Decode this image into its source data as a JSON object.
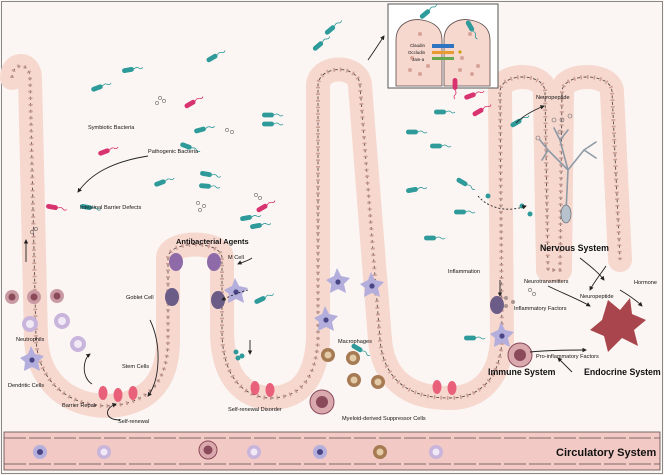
{
  "labels": {
    "symbiotic_bacteria": "Symbiotic Bacteria",
    "pathogenic_bacteria": "Pathogenic Bacteria",
    "intestinal_barrier_defects": "Intestinal Barrier Defects",
    "antibacterial_agents": "Antibacterial Agents",
    "m_cell": "M Cell",
    "goblet_cell": "Goblet Cell",
    "stem_cells": "Stem Cells",
    "neutrophils": "Neutrophils",
    "dendritic_cells": "Dendritic Cells",
    "barrier_repair": "Barrier Repair",
    "self_renewal": "Self-renewal",
    "self_renewal_disorder": "Self-renewal Disorder",
    "macrophages": "Macrophages",
    "mdsc": "Myeloid-derived Suppressor Cells",
    "inflammation": "Inflammation",
    "neurotransmitters": "Neurotransmitters",
    "inflammatory_factors": "Inflammatory Factors",
    "neuropeptide_top": "Neuropeptide",
    "neuropeptide_right": "Neuropeptide",
    "hormone": "Hormone",
    "pro_inflammatory_factors": "Pro-inflammatory Factors",
    "nervous_system": "Nervous System",
    "immune_system": "Immune System",
    "endocrine_system": "Endocrine System",
    "circulatory_system": "Circulatory System"
  },
  "inset": {
    "claudin": "Claudin",
    "occludin": "Occludin",
    "jam_a": "Jam-a"
  },
  "colors": {
    "background": "#fbf6f3",
    "epithelium_fill": "#f6d8cf",
    "epithelium_stroke": "#5a4a48",
    "nucleus": "#c79a90",
    "symbiotic_bacteria": "#2e9a9a",
    "pathogenic_bacteria": "#d8336e",
    "goblet_cell": "#6a5b87",
    "m_cell": "#8e6aa8",
    "stem_cell": "#e8607a",
    "neutrophil": "#c9b5dc",
    "macrophage": "#a67a52",
    "mdsc": "#8a4a5a",
    "endocrine": "#a9454c",
    "vessel": "#f2c9c4"
  },
  "icons": [
    "bacteria-icon",
    "neuron-icon",
    "endocrine-gland-icon",
    "dendritic-cell-icon",
    "arrow-icon"
  ]
}
